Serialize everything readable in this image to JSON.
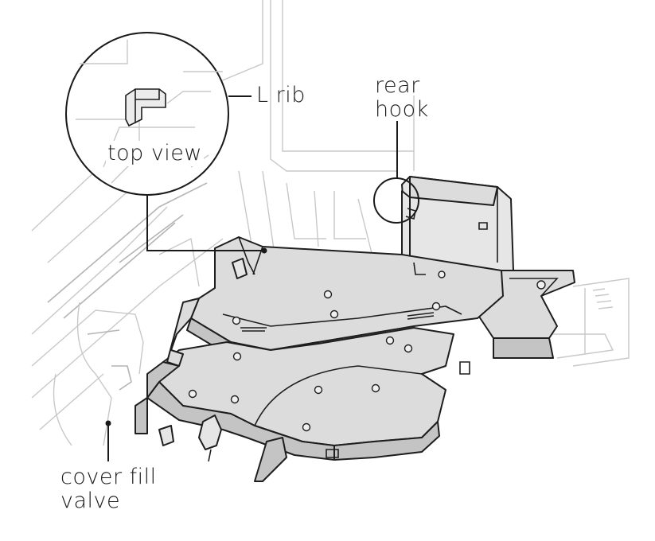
{
  "labels": {
    "l_rib": "L rib",
    "rear_hook_line1": "rear",
    "rear_hook_line2": "hook",
    "top_view": "top view",
    "cover_fill_valve_line1": "cover fill",
    "cover_fill_valve_line2": "valve"
  },
  "colors": {
    "line": "#1e1e1e",
    "part_fill": "#dcdcdc",
    "ghost_line": "#c8c8c8",
    "background": "#ffffff"
  }
}
